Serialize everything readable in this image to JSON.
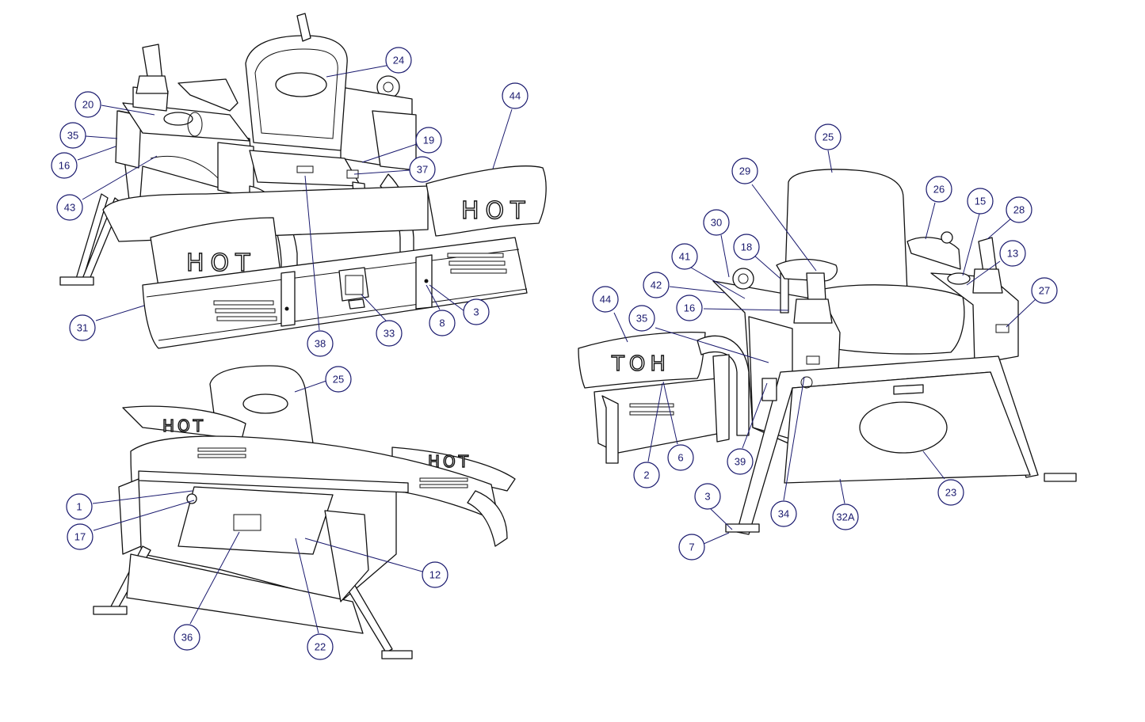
{
  "colors": {
    "line": "#111111",
    "callout": "#1a1a6e",
    "background": "#ffffff"
  },
  "panel_text": {
    "hot": "HOT",
    "hot_mirrored": "TOH"
  },
  "views": [
    {
      "id": "top-left",
      "callouts": [
        {
          "label": "24"
        },
        {
          "label": "44"
        },
        {
          "label": "20"
        },
        {
          "label": "35"
        },
        {
          "label": "19"
        },
        {
          "label": "16"
        },
        {
          "label": "37"
        },
        {
          "label": "43"
        },
        {
          "label": "31"
        },
        {
          "label": "3"
        },
        {
          "label": "8"
        },
        {
          "label": "33"
        },
        {
          "label": "38"
        }
      ]
    },
    {
      "id": "bottom-left",
      "callouts": [
        {
          "label": "25"
        },
        {
          "label": "1"
        },
        {
          "label": "17"
        },
        {
          "label": "12"
        },
        {
          "label": "36"
        },
        {
          "label": "22"
        }
      ]
    },
    {
      "id": "right",
      "callouts": [
        {
          "label": "25"
        },
        {
          "label": "29"
        },
        {
          "label": "26"
        },
        {
          "label": "15"
        },
        {
          "label": "28"
        },
        {
          "label": "30"
        },
        {
          "label": "18"
        },
        {
          "label": "41"
        },
        {
          "label": "13"
        },
        {
          "label": "42"
        },
        {
          "label": "27"
        },
        {
          "label": "44"
        },
        {
          "label": "16"
        },
        {
          "label": "35"
        },
        {
          "label": "6"
        },
        {
          "label": "2"
        },
        {
          "label": "39"
        },
        {
          "label": "23"
        },
        {
          "label": "3"
        },
        {
          "label": "34"
        },
        {
          "label": "32A"
        },
        {
          "label": "7"
        }
      ]
    }
  ]
}
